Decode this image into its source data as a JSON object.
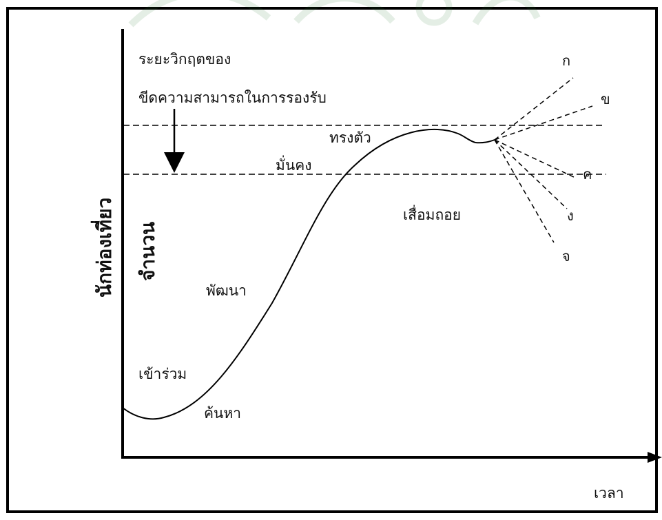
{
  "labels": {
    "crisis_line1": "ระยะวิกฤตของ",
    "crisis_line2": "ขีดความสามารถในการรองรับ",
    "stable": "ทรงตัว",
    "secure": "มั่นคง",
    "decline": "เสื่อมถอย",
    "develop": "พัฒนา",
    "participate": "เข้าร่วม",
    "explore": "ค้นหา",
    "time_axis": "เวลา",
    "y_axis_outer": "นักท่องเที่ยว",
    "y_axis_inner": "จำนวน"
  },
  "branch_letters": [
    "ก",
    "ข",
    "ค",
    "ง",
    "จ"
  ],
  "colors": {
    "line": "#000000",
    "watermark": "#2e7d32"
  }
}
